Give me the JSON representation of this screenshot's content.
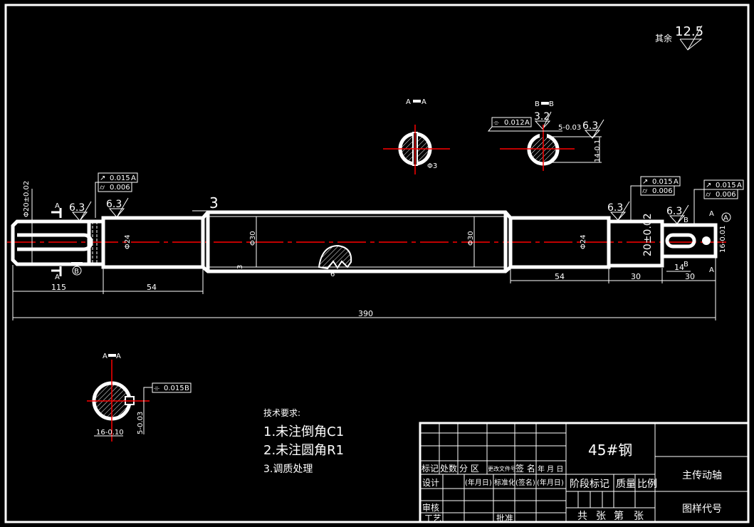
{
  "drawing": {
    "roughness_general": {
      "label": "其余",
      "value": "12.5"
    },
    "roughness_marks": [
      "6.3",
      "6.3",
      "6.3",
      "6.3",
      "6.3",
      "3.2"
    ],
    "chamfer_label": "3",
    "section_labels": {
      "a_a": "A",
      "b_b": "B",
      "a": "A",
      "b": "B",
      "circle_a": "A",
      "circle_b": "B"
    },
    "tolerance_frames": [
      {
        "symbol": "↗",
        "value": "0.015",
        "datum": "A"
      },
      {
        "symbol": "⌭",
        "value": "0.006"
      },
      {
        "symbol": "↗",
        "value": "0.015",
        "datum": "A"
      },
      {
        "symbol": "⌭",
        "value": "0.006"
      },
      {
        "symbol": "↗",
        "value": "0.015",
        "datum": "A"
      },
      {
        "symbol": "⌭",
        "value": "0.006"
      },
      {
        "symbol": "⌯",
        "value": "0.012",
        "datum": "A"
      },
      {
        "symbol": "⌯",
        "value": "0.015",
        "datum": "B"
      }
    ],
    "dimensions": {
      "len_115": "115",
      "len_54_left": "54",
      "len_54_right": "54",
      "len_30_a": "30",
      "len_30_b": "30",
      "len_14": "14",
      "total_390": "390",
      "dia_20_left": "Φ20±0.02",
      "dia_24_left": "Φ24",
      "dia_30_a": "Φ30",
      "dia_30_b": "Φ30",
      "dia_24_right": "Φ24",
      "dia_20_right": "20±0.02",
      "dia_16_right": "16-0.01",
      "groove_3": "3",
      "groove_6": "6",
      "sec_aa_3": "Φ3",
      "key_5": "5-0.03",
      "key_14": "14-0.1",
      "key_16": "16-0.10",
      "key_5b": "5-0.03"
    },
    "tech_requirements": {
      "title": "技术要求:",
      "items": [
        "1.未注倒角C1",
        "2.未注圆角R1",
        "3.调质处理"
      ]
    }
  },
  "title_block": {
    "material": "45#钢",
    "part_name": "主传动轴",
    "drawing_code": "图样代号",
    "header_row": [
      "标记",
      "处数",
      "分 区",
      "更改文件号",
      "签 名",
      "年 月 日"
    ],
    "design_row": [
      "设计",
      "(年月日)",
      "标准化",
      "(签名)",
      "(年月日)"
    ],
    "review": "审核",
    "process": "工艺",
    "approve": "批准",
    "stage_mark": "阶段标记",
    "mass": "质量",
    "scale": "比例",
    "sheets": [
      "共",
      "张",
      "第",
      "张"
    ]
  }
}
